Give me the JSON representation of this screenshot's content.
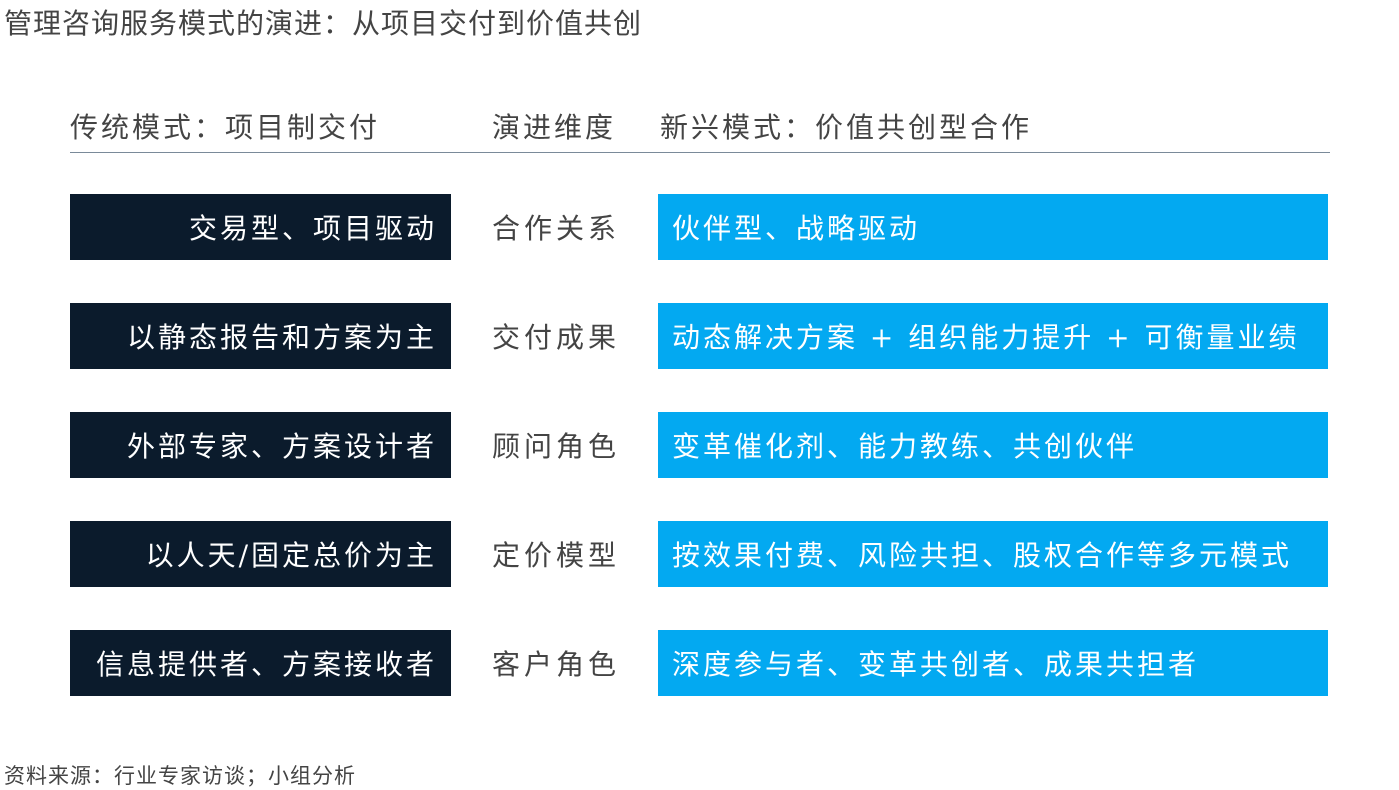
{
  "title": "管理咨询服务模式的演进：从项目交付到价值共创",
  "headers": {
    "traditional": "传统模式：项目制交付",
    "dimension": "演进维度",
    "emerging": "新兴模式：价值共创型合作"
  },
  "rows": [
    {
      "traditional": "交易型、项目驱动",
      "dimension": "合作关系",
      "emerging": "伙伴型、战略驱动"
    },
    {
      "traditional": "以静态报告和方案为主",
      "dimension": "交付成果",
      "emerging": "动态解决方案 + 组织能力提升 + 可衡量业绩"
    },
    {
      "traditional": "外部专家、方案设计者",
      "dimension": "顾问角色",
      "emerging": "变革催化剂、能力教练、共创伙伴"
    },
    {
      "traditional": "以人天/固定总价为主",
      "dimension": "定价模型",
      "emerging": "按效果付费、风险共担、股权合作等多元模式"
    },
    {
      "traditional": "信息提供者、方案接收者",
      "dimension": "客户角色",
      "emerging": "深度参与者、变革共创者、成果共担者"
    }
  ],
  "footer": "资料来源：行业专家访谈；小组分析",
  "colors": {
    "traditional_box": "#0b1b2c",
    "emerging_box": "#03a9f1",
    "text": "#444444"
  }
}
